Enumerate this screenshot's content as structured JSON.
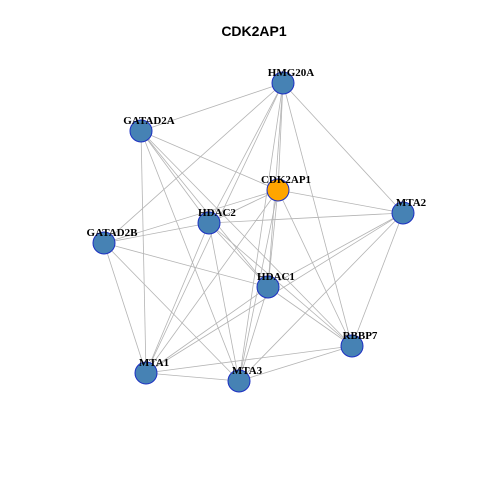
{
  "title": "CDK2AP1",
  "colors": {
    "node_default": "#4682b4",
    "node_focus": "#ffa500",
    "node_border": "#1c2fc2",
    "edge": "#b4b4b4",
    "label": "#000000"
  },
  "nodes": [
    {
      "id": "HMG20A",
      "label": "HMG20A",
      "focus": false
    },
    {
      "id": "GATAD2A",
      "label": "GATAD2A",
      "focus": false
    },
    {
      "id": "CDK2AP1",
      "label": "CDK2AP1",
      "focus": true
    },
    {
      "id": "MTA2",
      "label": "MTA2",
      "focus": false
    },
    {
      "id": "HDAC2",
      "label": "HDAC2",
      "focus": false
    },
    {
      "id": "GATAD2B",
      "label": "GATAD2B",
      "focus": false
    },
    {
      "id": "HDAC1",
      "label": "HDAC1",
      "focus": false
    },
    {
      "id": "RBBP7",
      "label": "RBBP7",
      "focus": false
    },
    {
      "id": "MTA1",
      "label": "MTA1",
      "focus": false
    },
    {
      "id": "MTA3",
      "label": "MTA3",
      "focus": false
    }
  ],
  "edges": [
    [
      "HMG20A",
      "GATAD2A"
    ],
    [
      "HMG20A",
      "CDK2AP1"
    ],
    [
      "HMG20A",
      "MTA2"
    ],
    [
      "HMG20A",
      "HDAC2"
    ],
    [
      "HMG20A",
      "GATAD2B"
    ],
    [
      "HMG20A",
      "HDAC1"
    ],
    [
      "HMG20A",
      "RBBP7"
    ],
    [
      "HMG20A",
      "MTA1"
    ],
    [
      "HMG20A",
      "MTA3"
    ],
    [
      "GATAD2A",
      "CDK2AP1"
    ],
    [
      "GATAD2A",
      "HDAC2"
    ],
    [
      "GATAD2A",
      "HDAC1"
    ],
    [
      "GATAD2A",
      "RBBP7"
    ],
    [
      "GATAD2A",
      "MTA1"
    ],
    [
      "GATAD2A",
      "MTA3"
    ],
    [
      "CDK2AP1",
      "MTA2"
    ],
    [
      "CDK2AP1",
      "HDAC2"
    ],
    [
      "CDK2AP1",
      "GATAD2B"
    ],
    [
      "CDK2AP1",
      "HDAC1"
    ],
    [
      "CDK2AP1",
      "RBBP7"
    ],
    [
      "CDK2AP1",
      "MTA1"
    ],
    [
      "CDK2AP1",
      "MTA3"
    ],
    [
      "MTA2",
      "HDAC2"
    ],
    [
      "MTA2",
      "HDAC1"
    ],
    [
      "MTA2",
      "RBBP7"
    ],
    [
      "MTA2",
      "MTA1"
    ],
    [
      "MTA2",
      "MTA3"
    ],
    [
      "HDAC2",
      "GATAD2B"
    ],
    [
      "HDAC2",
      "HDAC1"
    ],
    [
      "HDAC2",
      "RBBP7"
    ],
    [
      "HDAC2",
      "MTA1"
    ],
    [
      "HDAC2",
      "MTA3"
    ],
    [
      "GATAD2B",
      "HDAC1"
    ],
    [
      "GATAD2B",
      "MTA1"
    ],
    [
      "GATAD2B",
      "MTA3"
    ],
    [
      "HDAC1",
      "RBBP7"
    ],
    [
      "HDAC1",
      "MTA1"
    ],
    [
      "HDAC1",
      "MTA3"
    ],
    [
      "RBBP7",
      "MTA1"
    ],
    [
      "RBBP7",
      "MTA3"
    ],
    [
      "MTA1",
      "MTA3"
    ]
  ]
}
